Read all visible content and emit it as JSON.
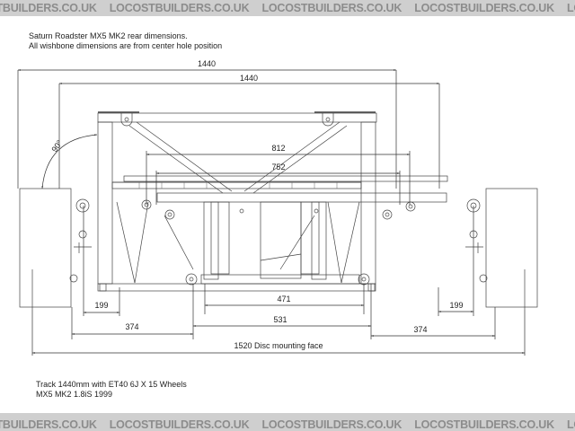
{
  "watermark": {
    "text": "LOCOSTBUILDERS.CO.UK",
    "repeats": [
      "LOCOSTBUILDERS.CO.UK",
      "LOCOSTBUILDERS.CO.UK",
      "LOCOSTBUILDERS.CO.UK",
      "LOCOSTBUILDERS.CO.UK",
      "LOCOSTBUILDERS.CO.UK",
      "LOCOSTBUILDERS.CO.UK"
    ],
    "background": "#cfcfcf",
    "color": "#8c8c8c"
  },
  "header": {
    "title": "Saturn Roadster MX5 MK2 rear dimensions.",
    "subtitle": "All wishbone dimensions are from center hole position"
  },
  "dimensions": {
    "overall_top_1": "1440",
    "overall_top_2": "1440",
    "angle": "90°",
    "upper_inner_1": "812",
    "upper_inner_2": "752",
    "lower_left": "199",
    "lower_right": "199",
    "lower_center_1": "471",
    "lower_center_2": "531",
    "lower_outer_left": "374",
    "lower_outer_right": "374",
    "disc_face": "1520 Disc mounting face"
  },
  "footer": {
    "line1": "Track 1440mm with ET40 6J X 15 Wheels",
    "line2": "MX5 MK2 1.8iS 1999"
  }
}
